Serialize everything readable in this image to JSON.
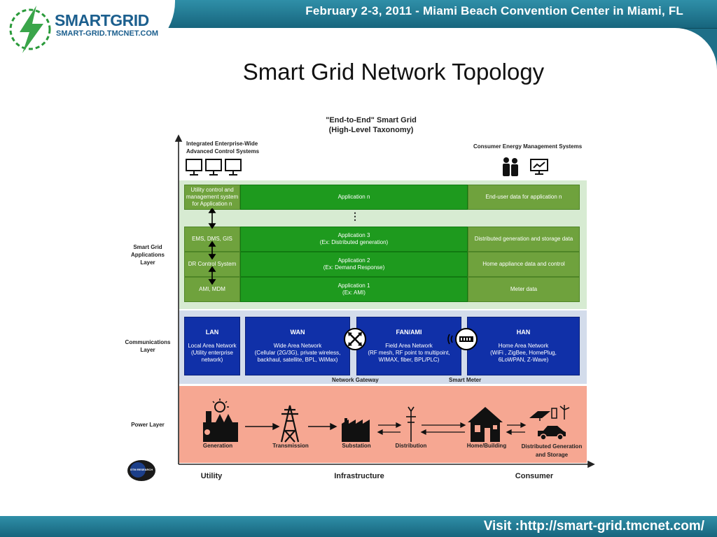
{
  "header": {
    "event_text": "February 2-3, 2011 - Miami Beach Convention Center in Miami, FL"
  },
  "logo": {
    "name": "SMARTGRID",
    "url": "SMART-GRID.TMCNET.COM"
  },
  "slide": {
    "title": "Smart Grid Network Topology"
  },
  "footer": {
    "visit_text": "Visit :http://smart-grid.tmcnet.com/"
  },
  "diagram": {
    "title_line1": "\"End-to-End\" Smart Grid",
    "title_line2": "(High-Level Taxonomy)",
    "top_left_label_line1": "Integrated Enterprise-Wide",
    "top_left_label_line2": "Advanced Control Systems",
    "top_right_label": "Consumer Energy Management Systems",
    "layers": {
      "applications_line1": "Smart Grid",
      "applications_line2": "Applications",
      "applications_line3": "Layer",
      "communications_line1": "Communications",
      "communications_line2": "Layer",
      "power": "Power Layer"
    },
    "apps": {
      "rows": [
        {
          "left": "Utility control and management system for Application n",
          "center_line1": "Application n",
          "center_line2": "",
          "right": "End-user data for application n"
        },
        {
          "left": "EMS, DMS, GIS",
          "center_line1": "Application 3",
          "center_line2": "(Ex: Distributed generation)",
          "right": "Distributed generation and storage data"
        },
        {
          "left": "DR Control System",
          "center_line1": "Application 2",
          "center_line2": "(Ex: Demand Response)",
          "right": "Home appliance data and control"
        },
        {
          "left": "AMI, MDM",
          "center_line1": "Application 1",
          "center_line2": "(Ex: AMI)",
          "right": "Meter data"
        }
      ],
      "ellipsis": "⋮"
    },
    "networks": [
      {
        "abbr": "LAN",
        "line1": "Local Area Network",
        "line2": "(Utility enterprise",
        "line3": "network)"
      },
      {
        "abbr": "WAN",
        "line1": "Wide Area Network",
        "line2": "(Cellular (2G/3G), private wireless,",
        "line3": "backhaul, satellite, BPL, WiMax)"
      },
      {
        "abbr": "FAN/AMI",
        "line1": "Field Area Network",
        "line2": "(RF mesh, RF point to multipoint,",
        "line3": "WIMAX, fiber, BPL/PLC)"
      },
      {
        "abbr": "HAN",
        "line1": "Home Area Network",
        "line2": "(WiFi , ZigBee, HomePlug,",
        "line3": "6LoWPAN, Z-Wave)"
      }
    ],
    "gateway_label": "Network Gateway",
    "meter_label": "Smart Meter",
    "power": {
      "generation": "Generation",
      "transmission": "Transmission",
      "substation": "Substation",
      "distribution": "Distribution",
      "home": "Home/Building",
      "dg_line1": "Distributed Generation",
      "dg_line2": "and Storage"
    },
    "x_axis": {
      "utility": "Utility",
      "infrastructure": "Infrastructure",
      "consumer": "Consumer"
    },
    "badge": "GTM RESEARCH"
  }
}
